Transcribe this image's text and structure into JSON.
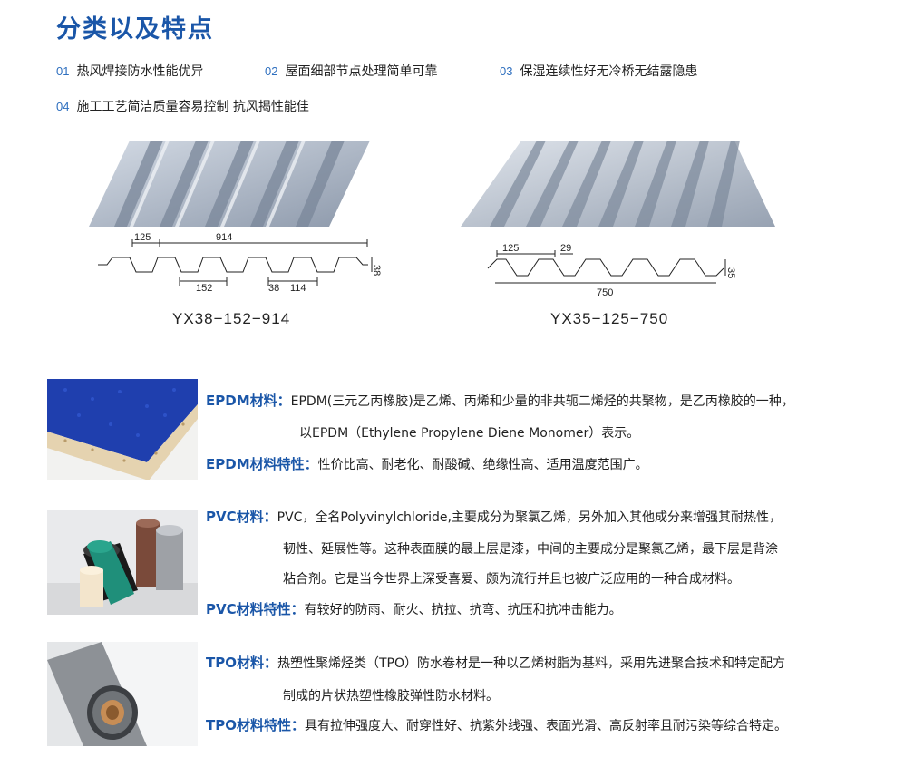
{
  "header": {
    "title": "分类以及特点"
  },
  "features": [
    {
      "num": "01",
      "text": "热风焊接防水性能优异"
    },
    {
      "num": "02",
      "text": "屋面细部节点处理简单可靠"
    },
    {
      "num": "03",
      "text": "保湿连续性好无冷桥无结露隐患"
    },
    {
      "num": "04",
      "text": "施工工艺简洁质量容易控制 抗风揭性能佳"
    }
  ],
  "panels": [
    {
      "model": "YX38−152−914",
      "dims": {
        "a": "125",
        "b": "914",
        "c": "38",
        "d": "152",
        "e": "38",
        "f": "114"
      }
    },
    {
      "model": "YX35−125−750",
      "dims": {
        "a": "125",
        "b": "29",
        "c": "35",
        "d": "750"
      }
    }
  ],
  "sections": [
    {
      "name": "epdm",
      "material_label": "EPDM材料：",
      "material_lines": [
        "EPDM(三元乙丙橡胶)是乙烯、丙烯和少量的非共轭二烯烃的共聚物，是乙丙橡胶的一种，",
        "以EPDM（Ethylene Propylene Diene Monomer）表示。"
      ],
      "feature_label": "EPDM材料特性：",
      "feature_text": "性价比高、耐老化、耐酸碱、绝缘性高、适用温度范围广。"
    },
    {
      "name": "pvc",
      "material_label": "PVC材料：",
      "material_lines": [
        "PVC，全名Polyvinylchloride,主要成分为聚氯乙烯，另外加入其他成分来增强其耐热性，",
        "韧性、延展性等。这种表面膜的最上层是漆，中间的主要成分是聚氯乙烯，最下层是背涂",
        "粘合剂。它是当今世界上深受喜爱、颇为流行并且也被广泛应用的一种合成材料。"
      ],
      "feature_label": "PVC材料特性：",
      "feature_text": "有较好的防雨、耐火、抗拉、抗弯、抗压和抗冲击能力。"
    },
    {
      "name": "tpo",
      "material_label": "TPO材料：",
      "material_lines": [
        "热塑性聚烯烃类（TPO）防水卷材是一种以乙烯树脂为基料，采用先进聚合技术和特定配方",
        "制成的片状热塑性橡胶弹性防水材料。"
      ],
      "feature_label": "TPO材料特性：",
      "feature_text": "具有拉伸强度大、耐穿性好、抗紫外线强、表面光滑、高反射率且耐污染等综合特定。"
    }
  ],
  "colors": {
    "accent": "#1a56a8",
    "number": "#2e6fbf",
    "metal": "#a9b4c4"
  }
}
